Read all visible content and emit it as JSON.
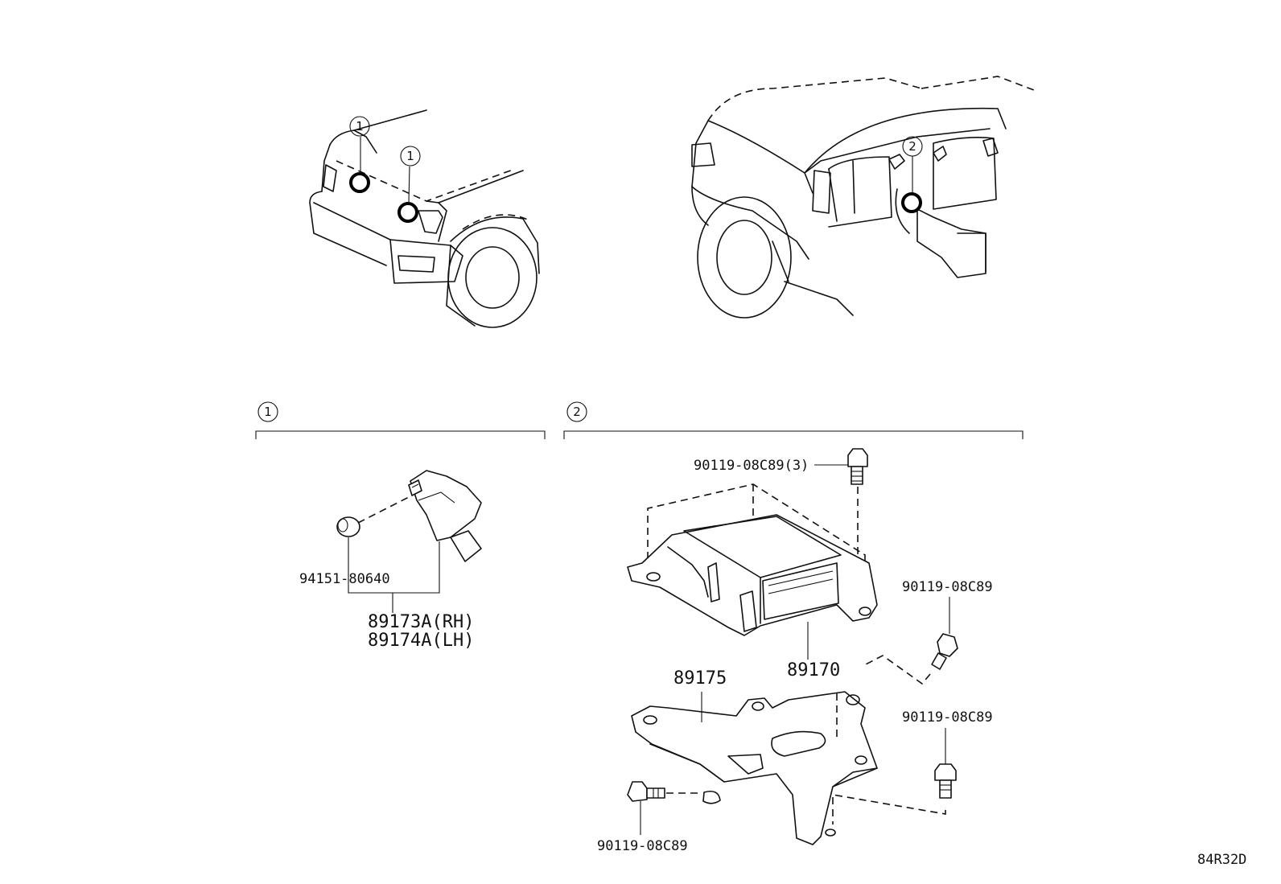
{
  "callouts": {
    "c1": "1",
    "c2": "2"
  },
  "parts": {
    "nut": "94151-80640",
    "sensor_rh": "89173A(RH)",
    "sensor_lh": "89174A(LH)",
    "bolt_top": "90119-08C89(3)",
    "bolt_right_upper": "90119-08C89",
    "bolt_right_lower": "90119-08C89",
    "bolt_bottom": "90119-08C89",
    "ecu": "89170",
    "bracket": "89175"
  },
  "diagram_id": "84R32D"
}
